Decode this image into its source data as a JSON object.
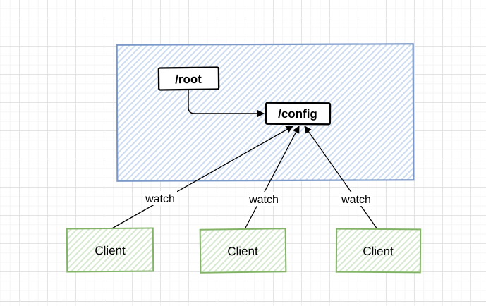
{
  "diagram": {
    "nodes": {
      "root": {
        "label": "/root"
      },
      "config": {
        "label": "/config"
      },
      "clients": [
        {
          "label": "Client"
        },
        {
          "label": "Client"
        },
        {
          "label": "Client"
        }
      ]
    },
    "edges": {
      "watch": [
        {
          "label": "watch"
        },
        {
          "label": "watch"
        },
        {
          "label": "watch"
        }
      ]
    },
    "colors": {
      "container_border": "#7b99c8",
      "container_hatch": "#cddcf1",
      "client_border": "#82b366",
      "client_hatch": "#d7e9d0",
      "node_border": "#000000",
      "edge_stroke": "#000000",
      "label_text": "#000000",
      "label_background": "#ffffff",
      "grid_major": "#e4e4e4",
      "grid_minor": "#f5f5f5",
      "canvas_background": "#ffffff"
    }
  }
}
